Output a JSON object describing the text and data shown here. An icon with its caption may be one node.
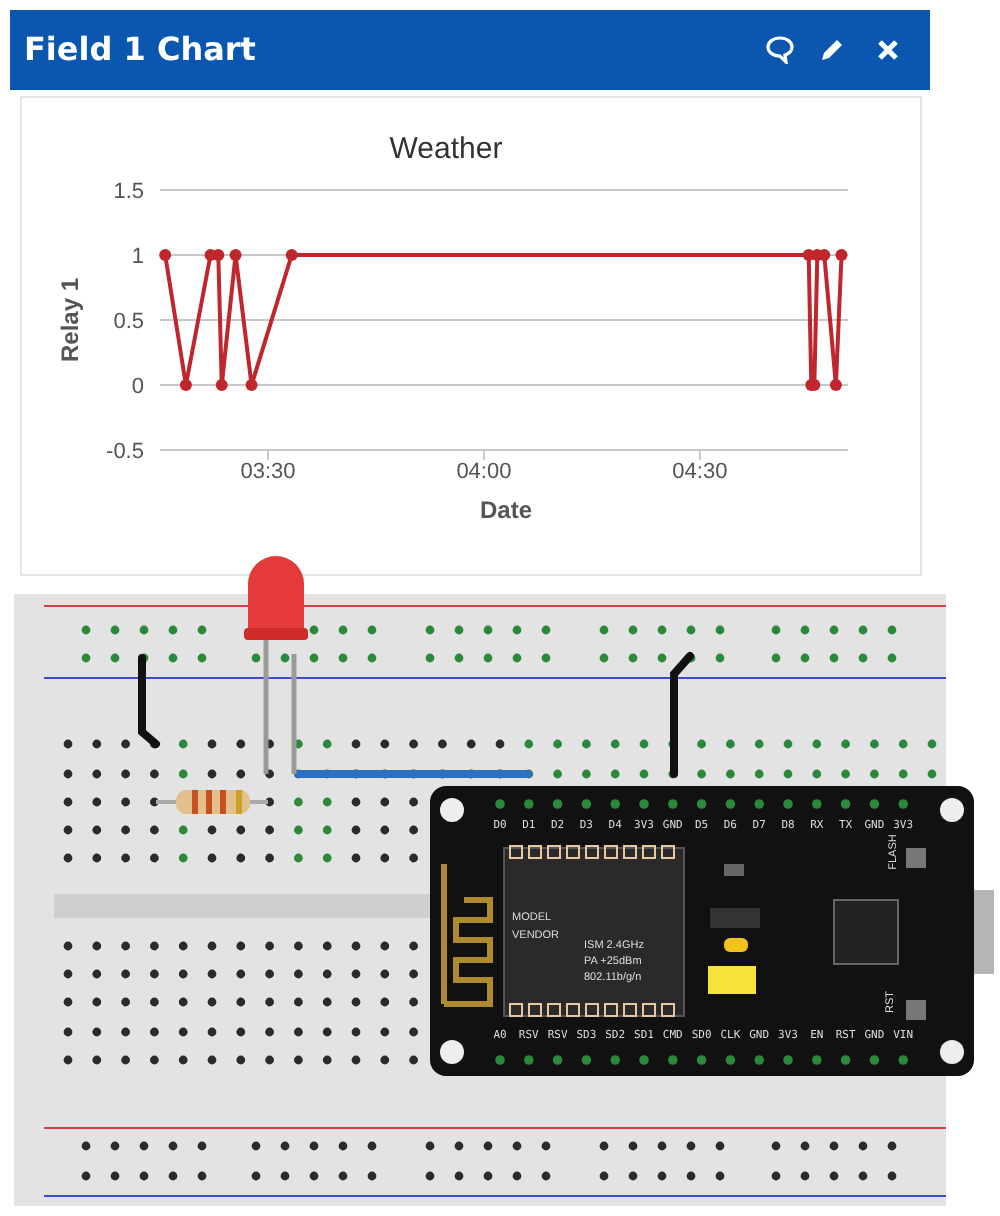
{
  "diagram": {
    "title": "Field 1 Chart",
    "labels": [
      "D0",
      "D1",
      "D2",
      "D3",
      "D4",
      "3V3",
      "GND",
      "D5",
      "D6",
      "D7",
      "D8",
      "RX",
      "TX",
      "GND",
      "3V3",
      "FLASH",
      "MODEL",
      "VENDOR",
      "ISM 2.4GHz",
      "PA +25dBm",
      "802.11b/g/n",
      "RST",
      "A0",
      "RSV",
      "RSV",
      "SD3",
      "SD2",
      "SD1",
      "CMD",
      "SD0",
      "CLK",
      "GND",
      "3V3",
      "EN",
      "RST",
      "GND",
      "VIN"
    ],
    "chart_data": {
      "type": "line",
      "title": "Weather",
      "xlabel": "Date",
      "ylabel": "Relay 1",
      "x": [
        3.262,
        3.31,
        3.367,
        3.385,
        3.393,
        3.425,
        3.462,
        3.555,
        4.752,
        4.758,
        4.765,
        4.772,
        4.788,
        4.815,
        4.828
      ],
      "grid": true,
      "series": [
        {
          "color": "#c0272d",
          "marker": true,
          "values": [
            1,
            0,
            1,
            1,
            0,
            1,
            0,
            1,
            1,
            0,
            0,
            1,
            1,
            0,
            1
          ]
        }
      ],
      "xlim": [
        3.25,
        4.843
      ],
      "ylim": [
        -0.5,
        1.5
      ],
      "xticks": [
        {
          "value": 3.5,
          "label": "03:30"
        },
        {
          "value": 4,
          "label": "04:00"
        },
        {
          "value": 4.5,
          "label": "04:30"
        }
      ],
      "yticks": [
        -0.5,
        0,
        0.5,
        1,
        1.5
      ]
    }
  }
}
